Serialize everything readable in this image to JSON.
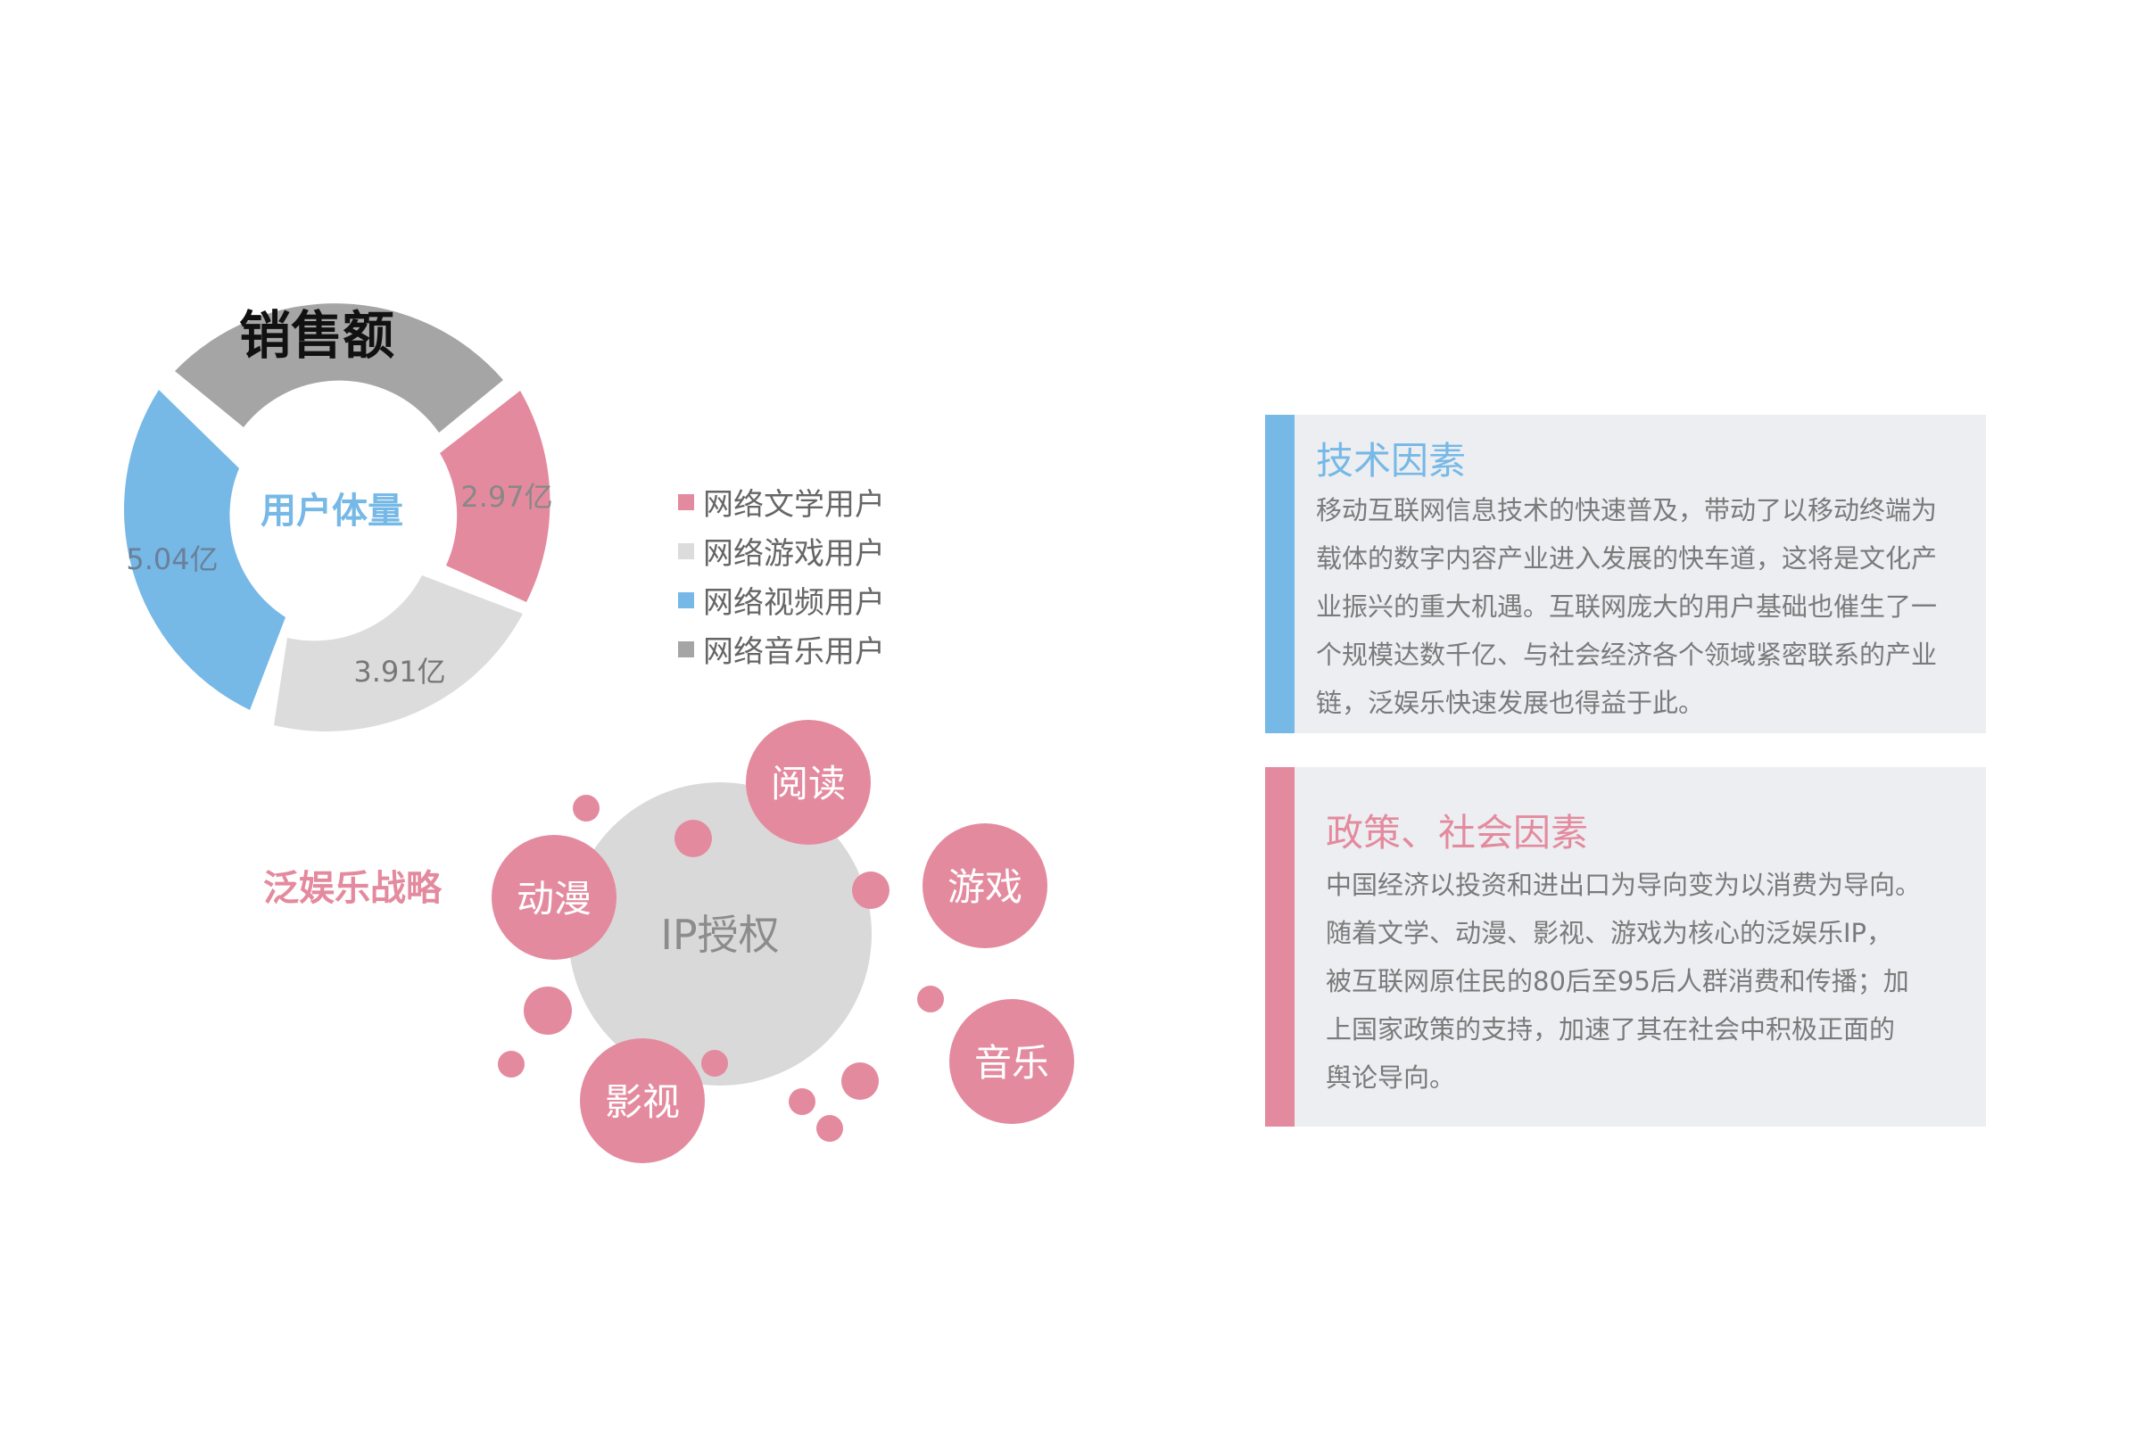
{
  "donut": {
    "top_label": "销售额",
    "center_label": "用户体量",
    "segments": [
      {
        "name": "网络文学用户",
        "value_label": "2.97亿",
        "color": "#e48a9e"
      },
      {
        "name": "网络游戏用户",
        "value_label": "3.91亿",
        "color": "#dcdcdc"
      },
      {
        "name": "网络视频用户",
        "value_label": "5.04亿",
        "color": "#76b8e6"
      },
      {
        "name": "网络音乐用户",
        "value_label": "",
        "color": "#a5a5a5"
      }
    ]
  },
  "legend": [
    {
      "label": "网络文学用户",
      "color": "#e48a9e"
    },
    {
      "label": "网络游戏用户",
      "color": "#dcdcdc"
    },
    {
      "label": "网络视频用户",
      "color": "#76b8e6"
    },
    {
      "label": "网络音乐用户",
      "color": "#a5a5a5"
    }
  ],
  "strategy": {
    "title": "泛娱乐战略",
    "center": "IP授权",
    "nodes": [
      "阅读",
      "游戏",
      "音乐",
      "影视",
      "动漫"
    ]
  },
  "factors": [
    {
      "title": "技术因素",
      "accent": "#76b8e6",
      "lines": [
        "移动互联网信息技术的快速普及，带动了以移动终端为",
        "载体的数字内容产业进入发展的快车道，这将是文化产",
        "业振兴的重大机遇。互联网庞大的用户基础也催生了一",
        "个规模达数千亿、与社会经济各个领域紧密联系的产业",
        "链，泛娱乐快速发展也得益于此。"
      ]
    },
    {
      "title": "政策、社会因素",
      "accent": "#e48a9e",
      "lines": [
        "中国经济以投资和进出口为导向变为以消费为导向。",
        "随着文学、动漫、影视、游戏为核心的泛娱乐IP，",
        "被互联网原住民的80后至95后人群消费和传播；加",
        "上国家政策的支持，加速了其在社会中积极正面的",
        "舆论导向。"
      ]
    }
  ],
  "colors": {
    "pink": "#e48a9e",
    "blue": "#76b8e6",
    "light_gray": "#dcdcdc",
    "dark_gray": "#a5a5a5",
    "panel": "#eceef1"
  }
}
